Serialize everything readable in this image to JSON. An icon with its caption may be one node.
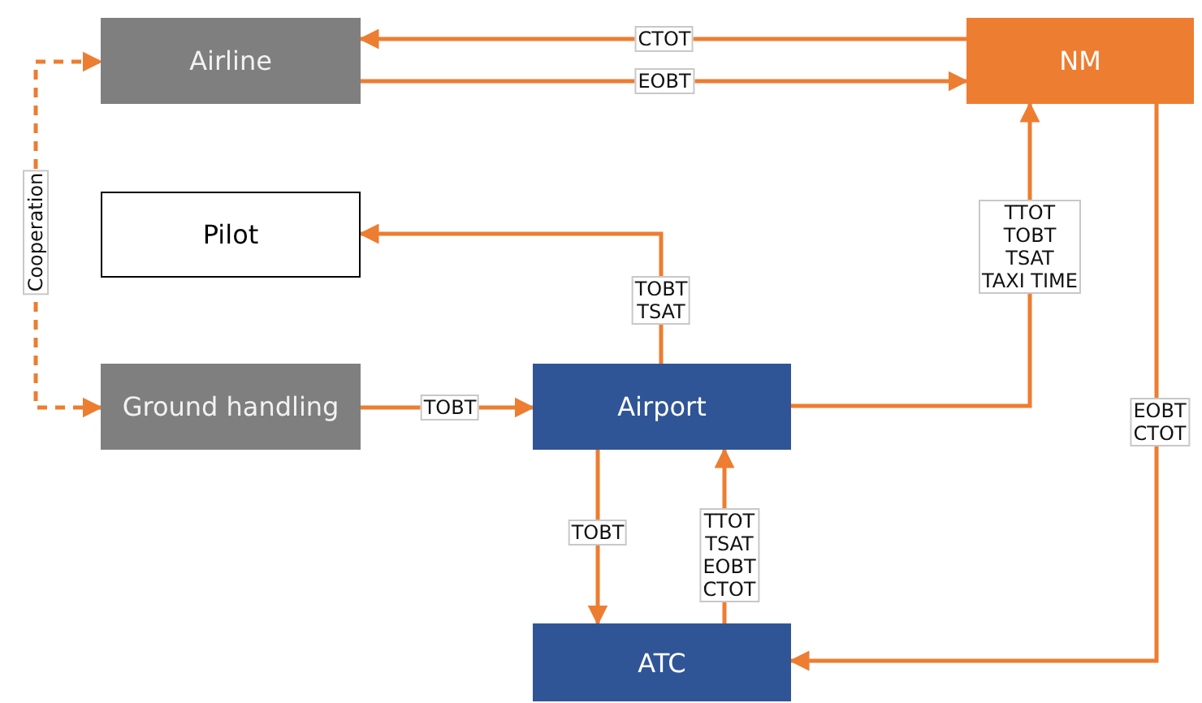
{
  "diagram": {
    "nodes": [
      {
        "text": [
          "Airline"
        ]
      },
      {
        "text": [
          "NM"
        ]
      },
      {
        "text": [
          "Pilot"
        ]
      },
      {
        "text": [
          "Ground handling"
        ]
      },
      {
        "text": [
          "Airport"
        ]
      },
      {
        "text": [
          "ATC"
        ]
      }
    ],
    "edges": [
      {
        "from": 1,
        "to": 0,
        "arrow": "to",
        "label": "CTOT"
      },
      {
        "from": 0,
        "to": 1,
        "arrow": "to",
        "label": "EOBT"
      },
      {
        "from": 4,
        "to": 2,
        "arrow": "to",
        "label": "TOBT TSAT"
      },
      {
        "from": 3,
        "to": 4,
        "arrow": "to",
        "label": "TOBT"
      },
      {
        "from": 4,
        "to": 1,
        "arrow": "to",
        "label": "TTOT TOBT TSAT TAXI TIME"
      },
      {
        "from": 1,
        "to": 5,
        "arrow": "to",
        "label": "EOBT CTOT"
      },
      {
        "from": 4,
        "to": 5,
        "arrow": "to",
        "label": "TOBT"
      },
      {
        "from": 5,
        "to": 4,
        "arrow": "to",
        "label": "TTOT TSAT EOBT CTOT"
      },
      {
        "from": 3,
        "to": 0,
        "arrow": "both",
        "label": "Cooperation",
        "style": "dashed"
      }
    ]
  }
}
